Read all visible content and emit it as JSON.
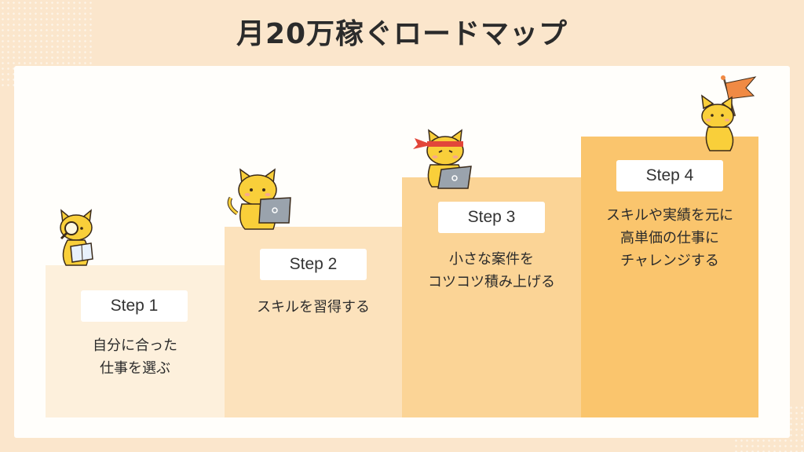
{
  "title": "月20万稼ぐロードマップ",
  "steps": [
    {
      "label": "Step 1",
      "desc": "自分に合った\n仕事を選ぶ",
      "color": "#fdf0dc"
    },
    {
      "label": "Step 2",
      "desc": "スキルを習得する",
      "color": "#fce2bc"
    },
    {
      "label": "Step 3",
      "desc": "小さな案件を\nコツコツ積み上げる",
      "color": "#fbd496"
    },
    {
      "label": "Step 4",
      "desc": "スキルや実績を元に\n高単価の仕事に\nチャレンジする",
      "color": "#fac56d"
    }
  ],
  "colors": {
    "background": "#fbe6cc",
    "panel": "#fffefb",
    "cat": "#f9cf3a",
    "flag": "#f08a44",
    "headband": "#e2463a"
  },
  "icons": [
    "cat-reading-icon",
    "cat-laptop-icon",
    "cat-headband-laptop-icon",
    "cat-flag-icon"
  ]
}
